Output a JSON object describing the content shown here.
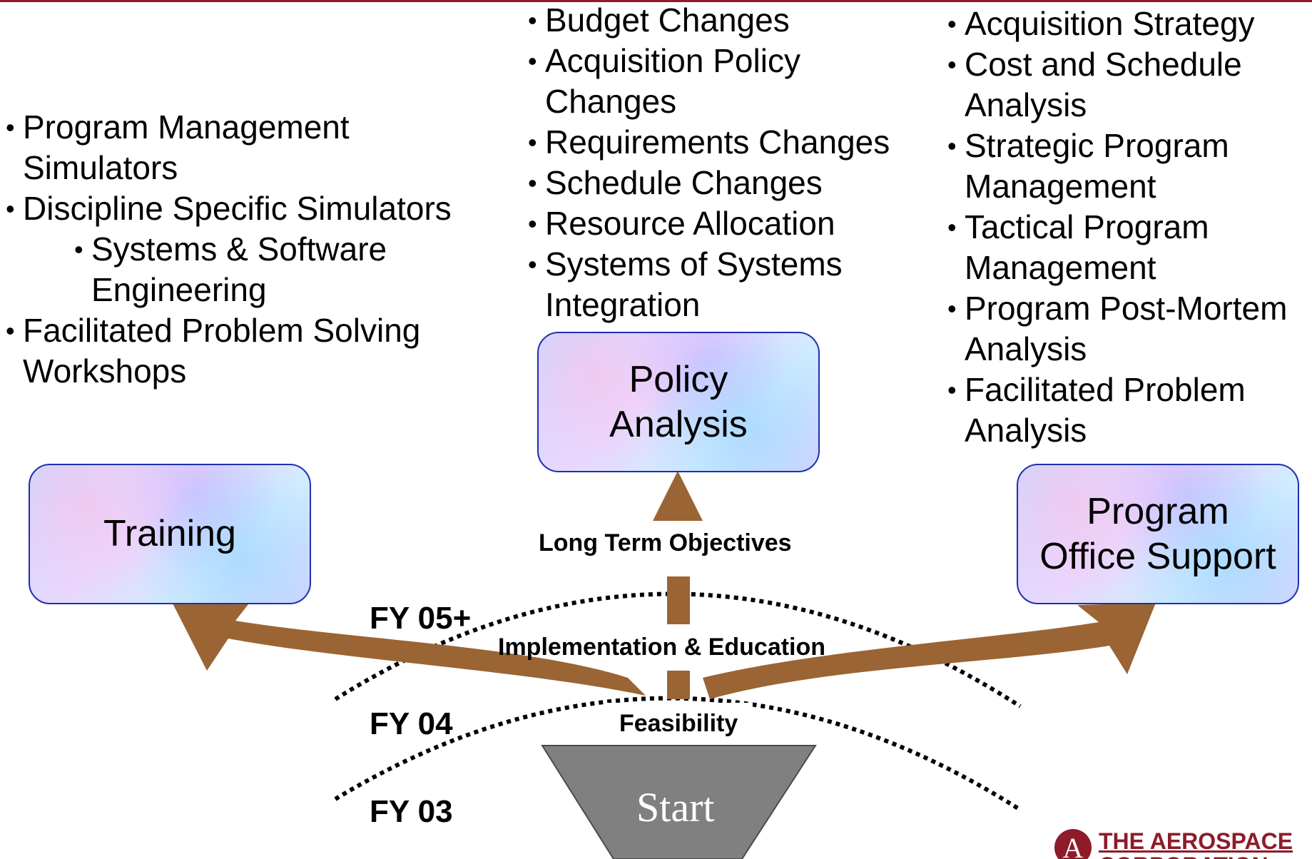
{
  "training_topics": [
    "Program Management Simulators",
    "Discipline Specific Simulators",
    "Systems & Software Engineering",
    "Facilitated Problem Solving Workshops"
  ],
  "policy_topics": [
    "Budget Changes",
    "Acquisition Policy Changes",
    "Requirements Changes",
    "Schedule Changes",
    "Resource Allocation",
    "Systems of Systems Integration"
  ],
  "program_topics": [
    "Acquisition Strategy",
    "Cost and Schedule Analysis",
    "Strategic Program Management",
    "Tactical Program Management",
    "Program Post-Mortem Analysis",
    "Facilitated Problem Analysis"
  ],
  "boxes": {
    "training": "Training",
    "policy_line1": "Policy",
    "policy_line2": "Analysis",
    "program_line1": "Program",
    "program_line2": "Office Support"
  },
  "stages": {
    "long_term": "Long Term Objectives",
    "implementation": "Implementation & Education",
    "feasibility": "Feasibility",
    "start": "Start"
  },
  "fiscal_years": {
    "fy05": "FY 05+",
    "fy04": "FY 04",
    "fy03": "FY 03"
  },
  "logo": {
    "line1": "THE AEROSPACE",
    "line2": "CORPORATION",
    "mark": "A"
  },
  "colors": {
    "arrow": "#9a6434",
    "box_border": "#1f2fb0",
    "funnel": "#808080",
    "brand": "#8e1b2a"
  }
}
